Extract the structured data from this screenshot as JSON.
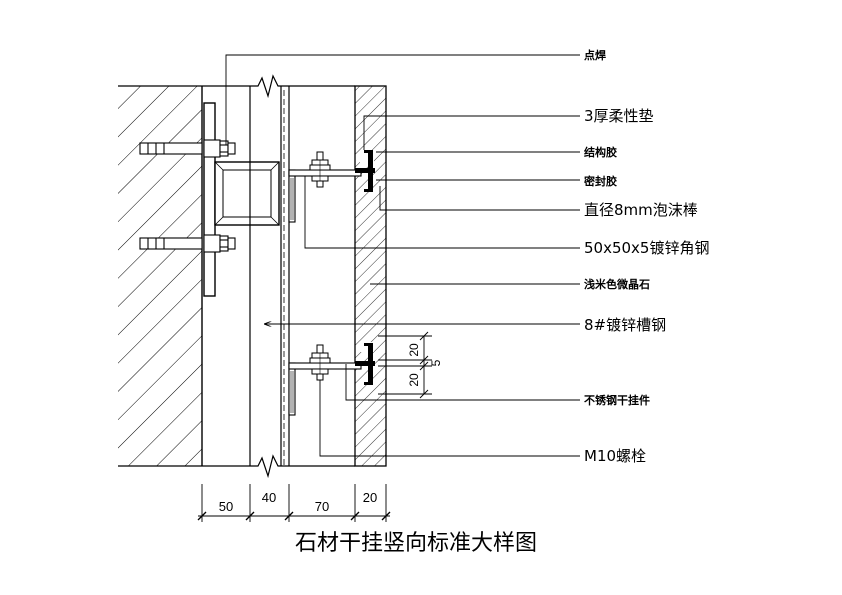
{
  "drawing": {
    "title": "石材干挂竖向标准大样图",
    "callouts": {
      "spot_weld": "点焊",
      "flexible_pad": "3厚柔性垫",
      "structural_adhesive": "结构胶",
      "sealant": "密封胶",
      "foam_rod": "直径8mm泡沫棒",
      "angle_steel": "50x50x5镀锌角钢",
      "marble": "浅米色微晶石",
      "channel_steel": "8#镀锌槽钢",
      "stainless_hanger": "不锈钢干挂件",
      "bolt": "M10螺栓"
    },
    "bottom_dims": [
      "50",
      "40",
      "70",
      "20"
    ],
    "side_dims": [
      "20",
      "5",
      "20"
    ]
  }
}
